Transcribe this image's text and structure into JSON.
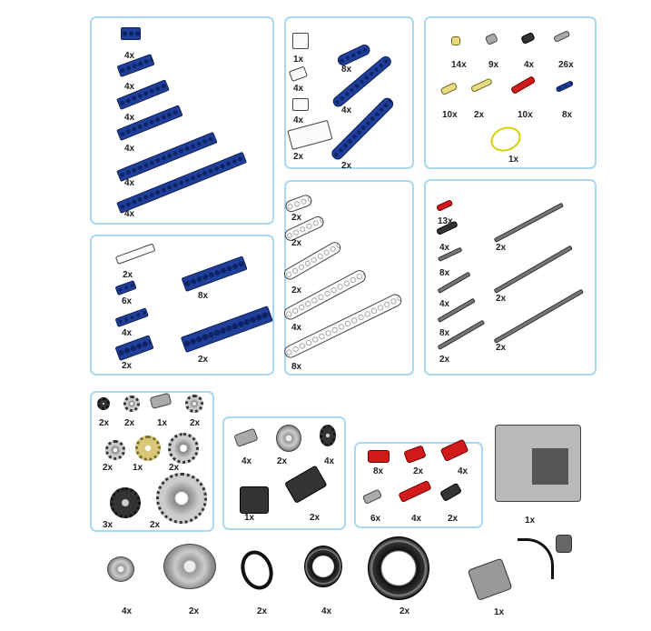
{
  "panels": [
    {
      "name": "technic-bricks",
      "items": [
        {
          "icon": "brick-1x2-icon",
          "count": "4x"
        },
        {
          "icon": "brick-1x4-icon",
          "count": "4x"
        },
        {
          "icon": "brick-1x6-icon",
          "count": "4x"
        },
        {
          "icon": "brick-1x8-icon",
          "count": "4x"
        },
        {
          "icon": "brick-1x12-icon",
          "count": "4x"
        },
        {
          "icon": "brick-1x16-icon",
          "count": "4x"
        }
      ]
    },
    {
      "name": "bricks-and-bent-beams",
      "items": [
        {
          "icon": "round-brick-icon",
          "count": "1x"
        },
        {
          "icon": "slope-icon",
          "count": "4x"
        },
        {
          "icon": "brick-1x2-hole-icon",
          "count": "4x"
        },
        {
          "icon": "brick-2x4-icon",
          "count": "2x"
        },
        {
          "icon": "bent-beam-small-icon",
          "count": "8x"
        },
        {
          "icon": "bent-beam-medium-icon",
          "count": "4x"
        },
        {
          "icon": "bent-beam-large-icon",
          "count": "2x"
        }
      ]
    },
    {
      "name": "pins-and-bushes",
      "items": [
        {
          "icon": "half-bush-icon",
          "count": "14x"
        },
        {
          "icon": "bush-icon",
          "count": "9x"
        },
        {
          "icon": "friction-pin-icon",
          "count": "4x"
        },
        {
          "icon": "connector-pin-icon",
          "count": "26x"
        },
        {
          "icon": "pin-axle-icon",
          "count": "10x"
        },
        {
          "icon": "long-pin-icon",
          "count": "2x"
        },
        {
          "icon": "axle-pin-icon",
          "count": "10x"
        },
        {
          "icon": "blue-pin-icon",
          "count": "8x"
        },
        {
          "icon": "rubber-band-icon",
          "count": "1x"
        }
      ]
    },
    {
      "name": "plates",
      "items": [
        {
          "icon": "tile-icon",
          "count": "2x"
        },
        {
          "icon": "plate-1x2-icon",
          "count": "6x"
        },
        {
          "icon": "plate-1x4-icon",
          "count": "4x"
        },
        {
          "icon": "plate-2x4-icon",
          "count": "2x"
        },
        {
          "icon": "plate-2x6-icon",
          "count": "8x"
        },
        {
          "icon": "plate-2x8-icon",
          "count": "2x"
        }
      ]
    },
    {
      "name": "liftarms",
      "items": [
        {
          "icon": "liftarm-3-icon",
          "count": "2x"
        },
        {
          "icon": "liftarm-5-icon",
          "count": "2x"
        },
        {
          "icon": "liftarm-7-icon",
          "count": "2x"
        },
        {
          "icon": "liftarm-9-icon",
          "count": "4x"
        },
        {
          "icon": "liftarm-15-icon",
          "count": "8x"
        }
      ]
    },
    {
      "name": "axles",
      "items": [
        {
          "icon": "axle-2-icon",
          "count": "13x"
        },
        {
          "icon": "pin-long-icon",
          "count": "4x"
        },
        {
          "icon": "axle-3-icon",
          "count": "8x"
        },
        {
          "icon": "axle-4-icon",
          "count": "4x"
        },
        {
          "icon": "axle-5-icon",
          "count": "8x"
        },
        {
          "icon": "axle-6-icon",
          "count": "2x"
        },
        {
          "icon": "axle-8-icon",
          "count": "2x"
        },
        {
          "icon": "axle-10-icon",
          "count": "2x"
        },
        {
          "icon": "axle-12-icon",
          "count": "2x"
        }
      ]
    },
    {
      "name": "gears",
      "items": [
        {
          "icon": "gear-8-icon",
          "count": "2x"
        },
        {
          "icon": "gear-12-icon",
          "count": "2x"
        },
        {
          "icon": "worm-gear-icon",
          "count": "1x"
        },
        {
          "icon": "gear-16-icon",
          "count": "2x"
        },
        {
          "icon": "gear-12b-icon",
          "count": "2x"
        },
        {
          "icon": "gear-20-tan-icon",
          "count": "1x"
        },
        {
          "icon": "gear-24-crown-icon",
          "count": "2x"
        },
        {
          "icon": "gear-24-icon",
          "count": "3x"
        },
        {
          "icon": "gear-40-icon",
          "count": "2x"
        }
      ]
    },
    {
      "name": "pulleys",
      "items": [
        {
          "icon": "steering-arm-icon",
          "count": "4x"
        },
        {
          "icon": "pulley-disc-icon",
          "count": "2x"
        },
        {
          "icon": "dark-wheel-icon",
          "count": "4x"
        },
        {
          "icon": "double-pulley-icon",
          "count": "1x"
        },
        {
          "icon": "triangle-beam-icon",
          "count": "2x"
        }
      ]
    },
    {
      "name": "connectors",
      "items": [
        {
          "icon": "cross-connector-icon",
          "count": "8x"
        },
        {
          "icon": "axle-connector-icon",
          "count": "2x"
        },
        {
          "icon": "perp-connector-icon",
          "count": "4x"
        },
        {
          "icon": "grey-connector-icon",
          "count": "6x"
        },
        {
          "icon": "angle-connector-icon",
          "count": "4x"
        },
        {
          "icon": "black-connector-icon",
          "count": "2x"
        }
      ]
    },
    {
      "name": "electronics-and-wheels",
      "items": [
        {
          "icon": "battery-box-icon",
          "count": "1x"
        },
        {
          "icon": "small-wheel-icon",
          "count": "4x"
        },
        {
          "icon": "large-rim-icon",
          "count": "2x"
        },
        {
          "icon": "thin-tyre-icon",
          "count": "2x"
        },
        {
          "icon": "small-tyre-icon",
          "count": "4x"
        },
        {
          "icon": "large-tyre-icon",
          "count": "2x"
        },
        {
          "icon": "motor-icon",
          "count": "1x"
        }
      ]
    }
  ]
}
